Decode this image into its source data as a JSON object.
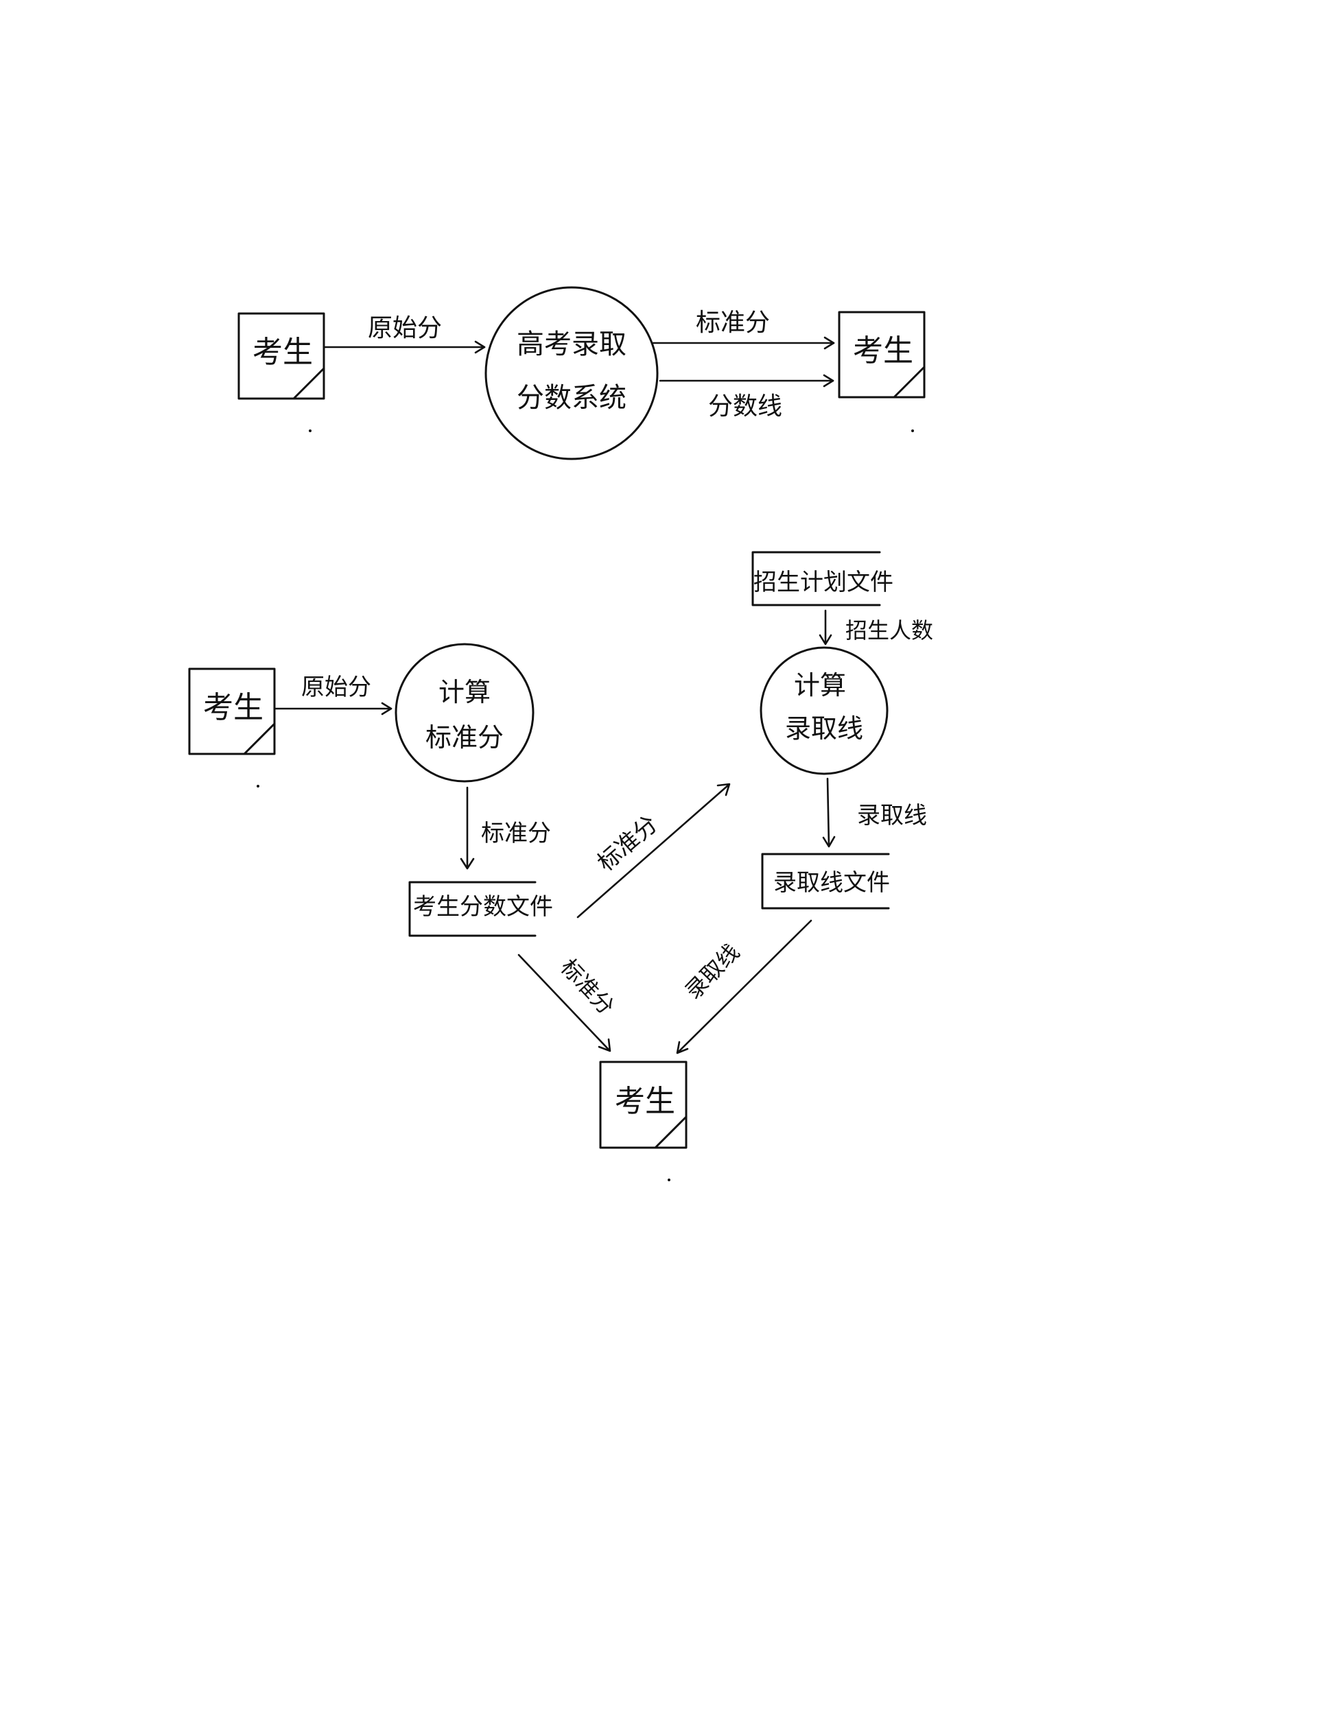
{
  "context_diagram": {
    "source_entity": "考生",
    "system": [
      "高考录取",
      "分数系统"
    ],
    "sink_entity": "考生",
    "flows": {
      "raw_score": "原始分",
      "standard_score": "标准分",
      "cutoff_line": "分数线"
    }
  },
  "level1_diagram": {
    "source_entity": "考生",
    "process_standard": [
      "计算",
      "标准分"
    ],
    "process_cutoff": [
      "计算",
      "录取线"
    ],
    "store_plan": "招生计划文件",
    "store_scores": "考生分数文件",
    "store_cutoff": "录取线文件",
    "sink_entity": "考生",
    "flows": {
      "raw_score": "原始分",
      "enroll_count": "招生人数",
      "standard_to_store": "标准分",
      "store_to_cutoff": "标准分",
      "cutoff_to_store": "录取线",
      "store_to_student": "标准分",
      "cutoff_to_student": "录取线"
    }
  }
}
